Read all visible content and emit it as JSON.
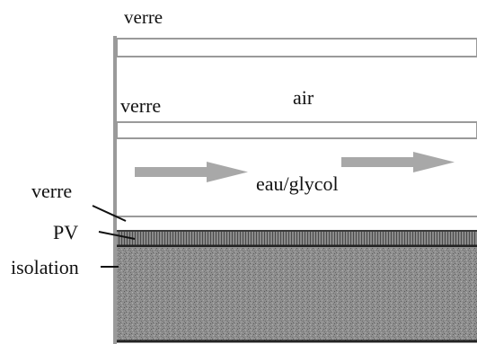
{
  "labels": {
    "top_glass": "verre",
    "middle_glass": "verre",
    "air": "air",
    "fluid": "eau/glycol",
    "bottom_glass": "verre",
    "pv": "PV",
    "insulation": "isolation"
  },
  "colors": {
    "background": "#ffffff",
    "frame": "#9a9a9a",
    "arrow": "#a8a8a8",
    "pv_layer": "#6e6e6e",
    "insulation_layer": "#8c8c8c",
    "text": "#111111"
  }
}
